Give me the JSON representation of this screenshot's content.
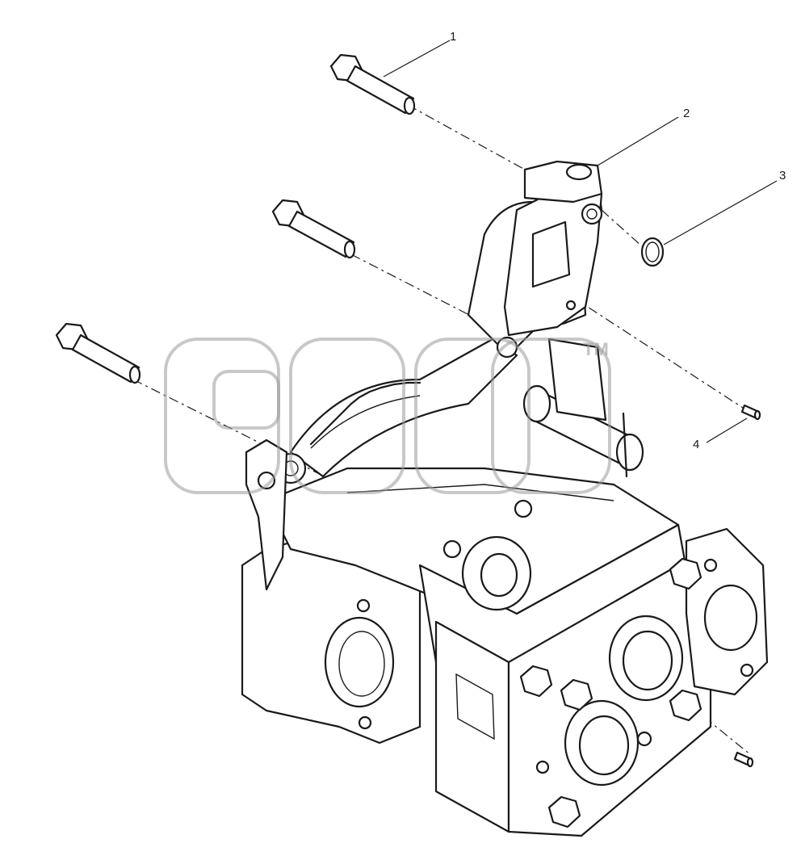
{
  "callouts": [
    {
      "id": "1",
      "label": "1"
    },
    {
      "id": "2",
      "label": "2"
    },
    {
      "id": "3",
      "label": "3"
    },
    {
      "id": "4",
      "label": "4"
    }
  ],
  "watermark": {
    "tm": "TM"
  },
  "colors": {
    "line": "#1a1a1a",
    "watermark": "#9a9a9a",
    "background": "#ffffff"
  }
}
